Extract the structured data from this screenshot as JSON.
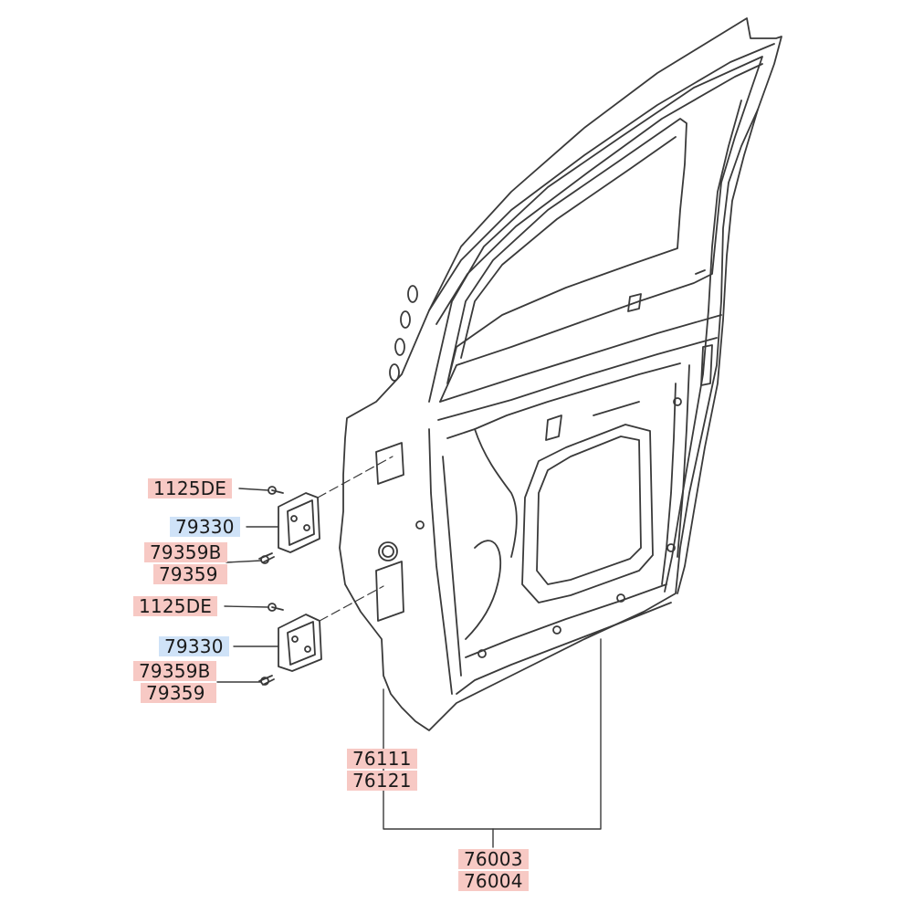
{
  "colors": {
    "line": "#3a3a3a",
    "door_panel": "#ffffff",
    "callout_red": "#f7c9c4",
    "callout_blue": "#cfe2f7"
  },
  "callouts": {
    "bolt_upper": "1125DE",
    "hinge_upper": "79330",
    "hinge_upper_screw_b": "79359B",
    "hinge_upper_screw": "79359",
    "bolt_lower": "1125DE",
    "hinge_lower": "79330",
    "hinge_lower_screw_b": "79359B",
    "hinge_lower_screw": "79359",
    "panel_lh": "76111",
    "panel_rh": "76121",
    "assy_lh": "76003",
    "assy_rh": "76004"
  }
}
